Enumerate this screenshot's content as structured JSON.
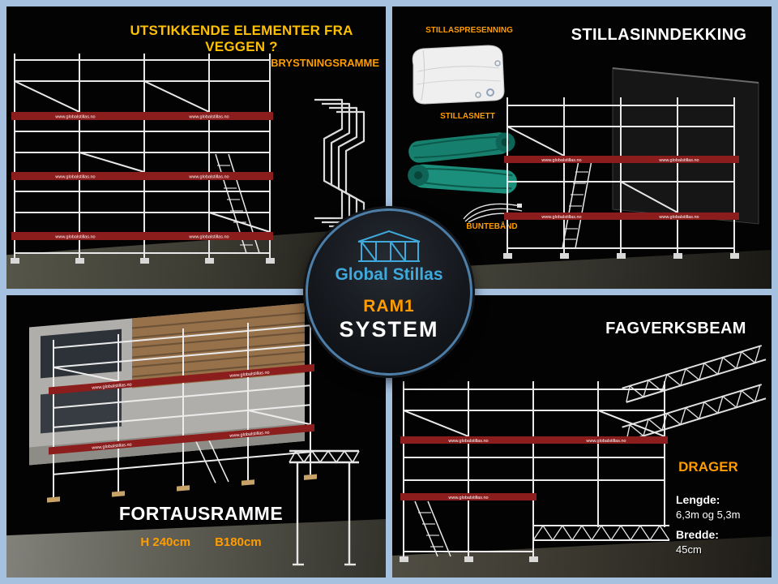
{
  "badge": {
    "brand": "Global Stillas",
    "product": "RAM1",
    "system_label": "SYSTEM"
  },
  "panels": {
    "top_left": {
      "title": "UTSTIKKENDE ELEMENTER FRA VEGGEN ?",
      "label": "BRYSTNINGSRAMME"
    },
    "top_right": {
      "title": "STILLASINNDEKKING",
      "item_tarp": "STILLASPRESENNING",
      "item_net": "STILLASNETT",
      "item_ties": "BUNTEBÅND"
    },
    "bottom_left": {
      "title": "FORTAUSRAMME",
      "dim_height": "H 240cm",
      "dim_width": "B180cm"
    },
    "bottom_right": {
      "title": "FAGVERKSBEAM",
      "label": "DRAGER",
      "spec_length_label": "Lengde:",
      "spec_length_value": "6,3m og 5,3m",
      "spec_width_label": "Bredde:",
      "spec_width_value": "45cm"
    }
  },
  "watermark": "www.globalstillas.no",
  "colors": {
    "frame_blue": "#a6c1e0",
    "accent_yellow": "#ffc000",
    "accent_orange": "#ff9d00",
    "brand_blue": "#3fa9dc",
    "board_red": "#8c1d1d"
  }
}
